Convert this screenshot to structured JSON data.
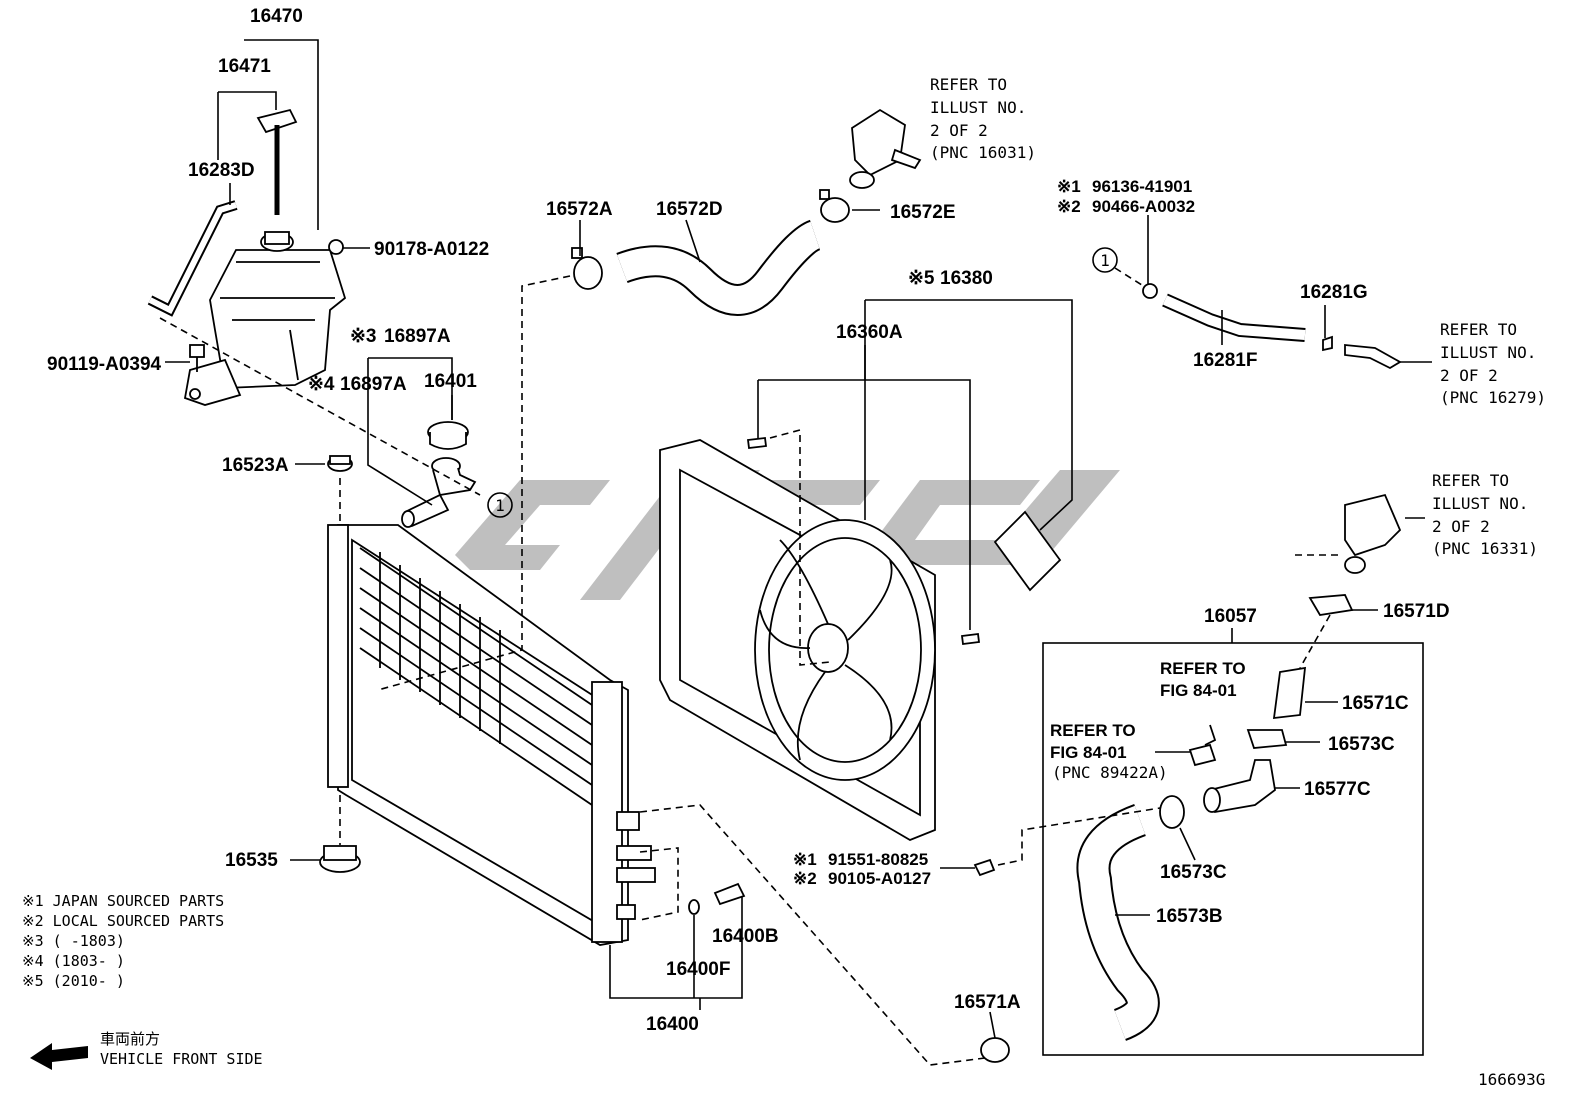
{
  "diagram": {
    "diagram_code": "166693G",
    "part_labels": {
      "p16470": "16470",
      "p16471": "16471",
      "p16283D": "16283D",
      "p90178": "90178-A0122",
      "p90119": "90119-A0394",
      "p16897A_top": "16897A",
      "p16897A_mid": "16897A",
      "p16401": "16401",
      "p16523A": "16523A",
      "p16535": "16535",
      "p16572A": "16572A",
      "p16572D": "16572D",
      "p16572E": "16572E",
      "p16380": "16380",
      "p16360A": "16360A",
      "p96136": "96136-41901",
      "p90466": "90466-A0032",
      "p16281G": "16281G",
      "p16281F": "16281F",
      "p16571D": "16571D",
      "p16057": "16057",
      "p16571C": "16571C",
      "p16573C_top": "16573C",
      "p16577C": "16577C",
      "p16573C_bot": "16573C",
      "p16573B": "16573B",
      "p16571A": "16571A",
      "p91551": "91551-80825",
      "p90105": "90105-A0127",
      "p16400B": "16400B",
      "p16400F": "16400F",
      "p16400": "16400"
    },
    "markers": {
      "m1": "※1",
      "m2": "※2",
      "m3": "※3",
      "m4": "※4",
      "m5": "※5",
      "m91": "※1",
      "m92": "※2",
      "circle_1": "1"
    },
    "references": {
      "r16031": [
        "REFER TO",
        "ILLUST NO.",
        "2 OF 2",
        "(PNC 16031)"
      ],
      "r16279": [
        "REFER TO",
        "ILLUST NO.",
        "2 OF 2",
        "(PNC 16279)"
      ],
      "r16331": [
        "REFER TO",
        "ILLUST NO.",
        "2 OF 2",
        "(PNC 16331)"
      ],
      "fig_a": [
        "REFER TO",
        "FIG 84-01"
      ],
      "fig_b": [
        "REFER TO",
        "FIG 84-01",
        "(PNC 89422A)"
      ]
    },
    "notes": [
      "※1  JAPAN SOURCED PARTS",
      "※2  LOCAL SOURCED PARTS",
      "※3 (      -1803)",
      "※4 (1803-      )",
      "※5 (2010-      )"
    ],
    "direction": {
      "jp": "車両前方",
      "en": "VEHICLE FRONT SIDE"
    }
  }
}
